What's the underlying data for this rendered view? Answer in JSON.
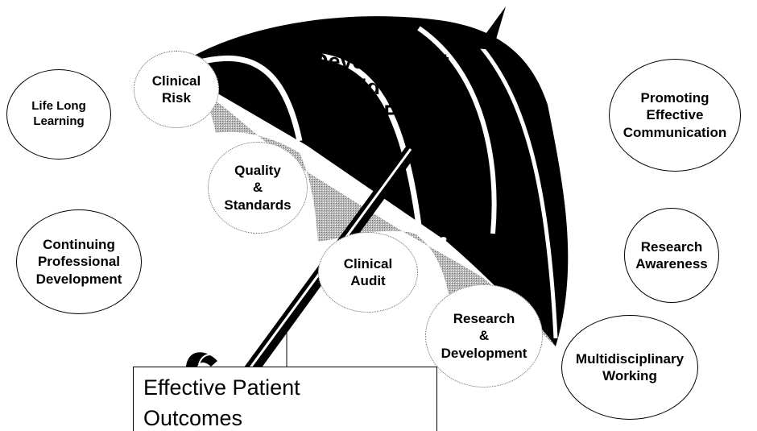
{
  "title": "Practice\nDevelopment\n& Evidence-\nBased Practice",
  "umbrella_items": {
    "clinical_risk": "Clinical\nRisk",
    "quality_standards": "Quality\n&\nStandards",
    "clinical_audit": "Clinical\nAudit",
    "research_development": "Research\n&\nDevelopment"
  },
  "left_items": {
    "life_long_learning": "Life Long\nLearning",
    "continuing_professional_development": "Continuing\nProfessional\nDevelopment"
  },
  "right_items": {
    "promoting_effective_communication": "Promoting\nEffective\nCommunication",
    "research_awareness": "Research\nAwareness",
    "multidisciplinary_working": "Multidisciplinary\nWorking"
  },
  "outcomes": "Effective Patient\nOutcomes",
  "colors": {
    "canopy": "#000000",
    "lining": "#a8a8a8",
    "background": "#ffffff"
  },
  "icons": [
    "umbrella-icon"
  ]
}
